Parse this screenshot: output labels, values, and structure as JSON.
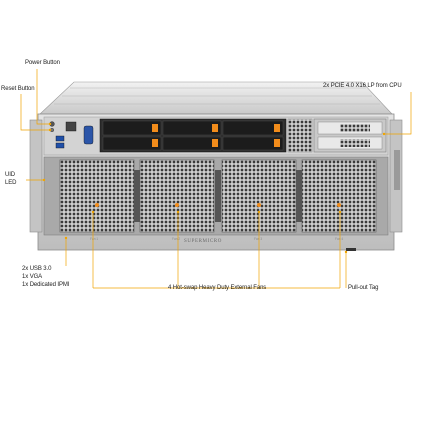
{
  "colors": {
    "leader": "#f0a400",
    "chassis": "#d9d9d9",
    "chassis_dark": "#5a5a5a",
    "latch": "#f28c1b"
  },
  "callouts": {
    "power_button": "Power Button",
    "reset_button": "Reset Button",
    "uid_led_line1": "UID",
    "uid_led_line2": "LED",
    "pcie": "2x PCIE 4.0 X16 LP from CPU",
    "ports_line1": "2x USB 3.0",
    "ports_line2": "1x VGA",
    "ports_line3": "1x Dedicated IPMI",
    "fans": "4 Hot-swap Heavy Duty External Fans",
    "pullout_tag": "Pull-out Tag"
  },
  "chassis": {
    "brand": "SUPERMICRO",
    "fan_labels": [
      "Fan 1",
      "Fan 2",
      "Fan 3",
      "Fan 4"
    ]
  },
  "icons": [
    "power-button-icon",
    "reset-button-icon",
    "usb-port-icon",
    "vga-port-icon",
    "ipmi-port-icon",
    "drive-bay-latch-icon",
    "fan-grille-icon",
    "pullout-tag-icon"
  ]
}
